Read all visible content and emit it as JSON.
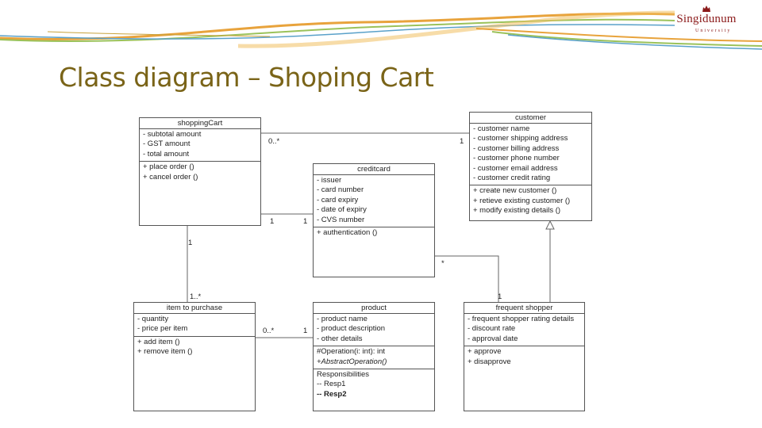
{
  "slide": {
    "title": "Class diagram – Shoping Cart",
    "logo": {
      "name": "Singidunum",
      "subtitle": "University"
    }
  },
  "classes": {
    "shoppingCart": {
      "name": "shoppingCart",
      "attributes": [
        "- subtotal amount",
        "- GST amount",
        "- total amount"
      ],
      "operations": [
        "+ place order ()",
        "+ cancel order ()"
      ]
    },
    "customer": {
      "name": "customer",
      "attributes": [
        "- customer name",
        "- customer shipping address",
        "- customer billing address",
        "- customer phone number",
        "- customer email address",
        "- customer credit rating"
      ],
      "operations": [
        "+ create new customer ()",
        "+ retieve existing customer ()",
        "+ modify existing details ()"
      ]
    },
    "creditcard": {
      "name": "creditcard",
      "attributes": [
        "- issuer",
        "- card number",
        "- card expiry",
        "- date of expiry",
        "- CVS number"
      ],
      "operations": [
        "+ authentication ()"
      ]
    },
    "itemToPurchase": {
      "name": "item to purchase",
      "attributes": [
        "- quantity",
        "- price per item"
      ],
      "operations": [
        "+ add item ()",
        "+ remove item ()"
      ]
    },
    "product": {
      "name": "product",
      "attributes": [
        "- product name",
        "- product description",
        "- other details"
      ],
      "operations": [
        "#Operation(i: int): int",
        "+AbstractOperation()"
      ],
      "responsibilities": [
        "Responsibilities",
        "-- Resp1",
        "-- Resp2"
      ]
    },
    "frequentShopper": {
      "name": "frequent shopper",
      "attributes": [
        "- frequent shopper rating details",
        "- discount rate",
        "- approval date"
      ],
      "operations": [
        "+ approve",
        "+ disapprove"
      ]
    }
  },
  "multiplicities": {
    "cart_customer_cart": "0..*",
    "cart_customer_customer": "1",
    "cart_card_cart": "1",
    "cart_card_card": "1",
    "cart_item_cart": "1",
    "cart_item_item": "1..*",
    "item_product_item": "0..*",
    "item_product_product": "1",
    "card_shopper_card": "*",
    "card_shopper_shopper": "1"
  }
}
